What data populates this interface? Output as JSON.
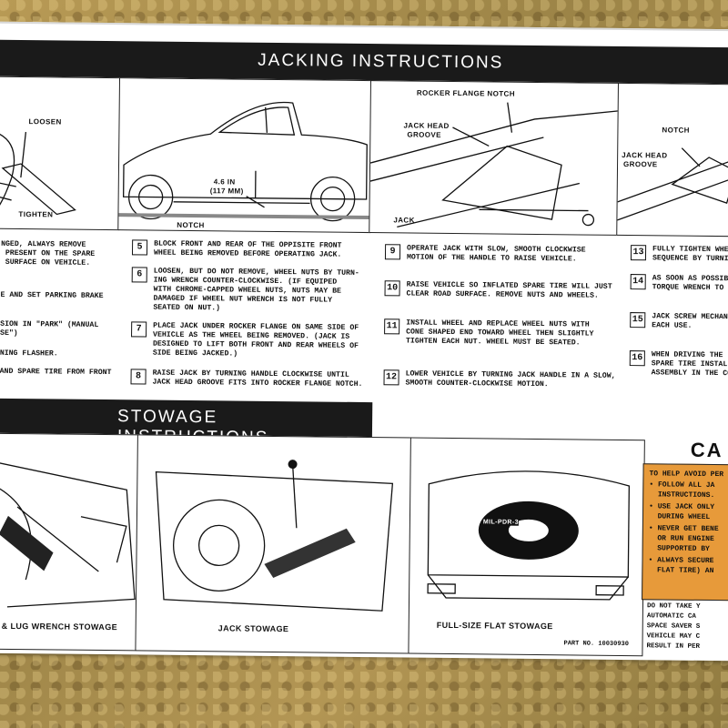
{
  "jacking": {
    "title": "JACKING INSTRUCTIONS",
    "figures": {
      "loosen": "LOOSEN",
      "tighten": "TIGHTEN",
      "measure_in": "4.6 IN",
      "measure_mm": "(117 MM)",
      "notch": "NOTCH",
      "rocker_flange_notch": "ROCKER FLANGE NOTCH",
      "jack_head_1": "JACK HEAD",
      "groove_1": "GROOVE",
      "jack": "JACK",
      "notch_right": "NOTCH",
      "jack_head_2": "JACK HEAD",
      "groove_2": "GROOVE"
    },
    "left_fragments": [
      "NGED, ALWAYS REMOVE",
      " PRESENT ON THE SPARE",
      " SURFACE ON VEHICLE.",
      "E AND SET PARKING BRAKE",
      "SION IN \"PARK\" (MANUAL",
      "SE\")",
      "NING FLASHER.",
      "AND SPARE TIRE FROM FRONT"
    ],
    "steps": [
      {
        "num": "5",
        "text": "BLOCK FRONT AND REAR OF THE OPPISITE FRONT\nWHEEL BEING REMOVED BEFORE OPERATING JACK."
      },
      {
        "num": "6",
        "text": "LOOSEN, BUT DO NOT REMOVE, WHEEL NUTS BY TURN-\nING WRENCH COUNTER-CLOCKWISE. (IF EQUIPED\nWITH CHROME-CAPPED WHEEL NUTS, NUTS MAY BE\nDAMAGED IF WHEEL NUT WRENCH IS NOT FULLY\nSEATED ON NUT.)"
      },
      {
        "num": "7",
        "text": "PLACE JACK UNDER ROCKER FLANGE ON SAME SIDE OF\nVEHICLE AS THE WHEEL BEING REMOVED. (JACK IS\nDESIGNED TO LIFT BOTH FRONT AND REAR WHEELS OF\nSIDE BEING JACKED.)"
      },
      {
        "num": "8",
        "text": "RAISE JACK BY TURNING HANDLE CLOCKWISE UNTIL\nJACK HEAD GROOVE FITS INTO ROCKER FLANGE NOTCH."
      },
      {
        "num": "9",
        "text": "OPERATE JACK WITH SLOW, SMOOTH CLOCKWISE\nMOTION OF THE HANDLE TO RAISE VEHICLE."
      },
      {
        "num": "10",
        "text": "RAISE VEHICLE SO INFLATED SPARE TIRE WILL JUST\nCLEAR ROAD SURFACE. REMOVE NUTS AND WHEELS."
      },
      {
        "num": "11",
        "text": "INSTALL WHEEL AND REPLACE WHEEL NUTS WITH\nCONE SHAPED END TOWARD WHEEL THEN SLIGHTLY\nTIGHTEN EACH NUT. WHEEL MUST BE SEATED."
      },
      {
        "num": "12",
        "text": "LOWER VEHICLE BY TURNING JACK HANDLE IN A SLOW,\nSMOOTH COUNTER-CLOCKWISE MOTION."
      },
      {
        "num": "13",
        "text": "FULLY TIGHTEN WHE\nSEQUENCE BY TURNIN"
      },
      {
        "num": "14",
        "text": "AS SOON AS POSSIBLE\nTORQUE WRENCH TO"
      },
      {
        "num": "15",
        "text": "JACK SCREW MECHAN\nEACH USE."
      },
      {
        "num": "16",
        "text": "WHEN DRIVING THE\nSPARE TIRE INSTALLED\nASSEMBLY IN THE CO"
      }
    ]
  },
  "stowage": {
    "title": "STOWAGE INSTRUCTIONS",
    "captions": [
      "& LUG WRENCH STOWAGE",
      "JACK STOWAGE",
      "FULL-SIZE FLAT STOWAGE"
    ],
    "part_no": "PART NO. 10030930",
    "tire_text": "MIL-PDR-3"
  },
  "caution": {
    "title": "CA",
    "lines": [
      "TO HELP AVOID PER",
      "• FOLLOW ALL JA",
      "  INSTRUCTIONS.",
      "• USE JACK ONLY",
      "  DURING WHEEL",
      "• NEVER GET BENE",
      "  OR RUN ENGINE",
      "  SUPPORTED BY",
      "• ALWAYS SECURE",
      "  FLAT TIRE) AN"
    ],
    "note_lines": [
      "DO NOT TAKE Y",
      "AUTOMATIC CA",
      "SPACE SAVER S",
      "VEHICLE MAY C",
      "RESULT IN PER"
    ]
  },
  "colors": {
    "bar": "#1a1a1a",
    "caution_fill": "#e79a3a",
    "background": "#a98f4e"
  }
}
